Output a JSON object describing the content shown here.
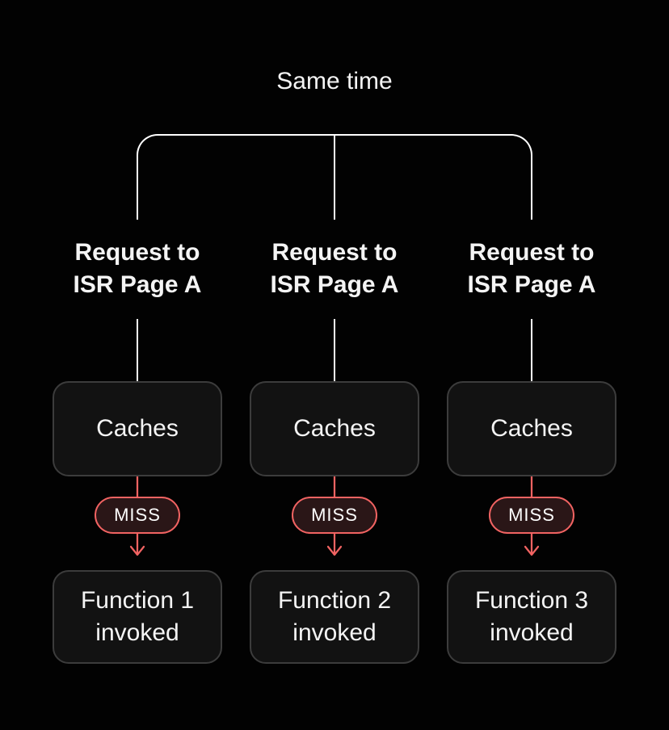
{
  "title": "Same time",
  "columns": [
    {
      "request": {
        "line1": "Request to",
        "line2": "ISR Page A"
      },
      "cache_label": "Caches",
      "miss_label": "MISS",
      "function": {
        "line1": "Function 1",
        "line2": "invoked"
      }
    },
    {
      "request": {
        "line1": "Request to",
        "line2": "ISR Page A"
      },
      "cache_label": "Caches",
      "miss_label": "MISS",
      "function": {
        "line1": "Function 2",
        "line2": "invoked"
      }
    },
    {
      "request": {
        "line1": "Request to",
        "line2": "ISR Page A"
      },
      "cache_label": "Caches",
      "miss_label": "MISS",
      "function": {
        "line1": "Function 3",
        "line2": "invoked"
      }
    }
  ],
  "colors": {
    "background": "#020202",
    "line": "#ffffff",
    "text": "#f4f4f4",
    "accent_red": "#f16362",
    "pill_bg": "#2a1617",
    "box_bg": "#121212",
    "box_border": "#3c3c3c"
  }
}
